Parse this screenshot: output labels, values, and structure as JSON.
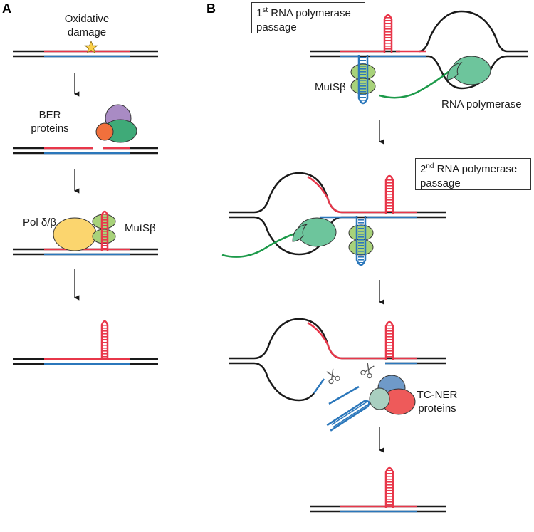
{
  "panels": {
    "a": "A",
    "b": "B"
  },
  "labels": {
    "oxidative_damage_1": "Oxidative",
    "oxidative_damage_2": "damage",
    "ber_1": "BER",
    "ber_2": "proteins",
    "pol_prefix": "Pol ",
    "pol_greek": "δ/β",
    "muts": "MutS",
    "beta": "β",
    "rna_polymerase": "RNA polymerase",
    "tc_ner_1": "TC-NER",
    "tc_ner_2": "proteins"
  },
  "boxes": {
    "first_num": "1",
    "first_sup": "st",
    "first_rest": " RNA polymerase",
    "first_line2": "passage",
    "second_num": "2",
    "second_sup": "nd",
    "second_rest": " RNA polymerase",
    "second_line2": "passage"
  },
  "colors": {
    "black_strand": "#1a1a1a",
    "red_strand": "#e8374a",
    "blue_strand": "#2b77bb",
    "green_rna": "#1d9a4a",
    "muts_green": "#a8d27a",
    "rnapol_green": "#6dc59c",
    "ber_purple": "#a98bc4",
    "ber_orange": "#f1703c",
    "ber_green": "#3faa78",
    "pol_yellow": "#fbd56e",
    "tcner_blue": "#6f9ac8",
    "tcner_red": "#ee5a5a",
    "tcner_teal": "#a9cfc0",
    "star": "#fbd04a"
  }
}
